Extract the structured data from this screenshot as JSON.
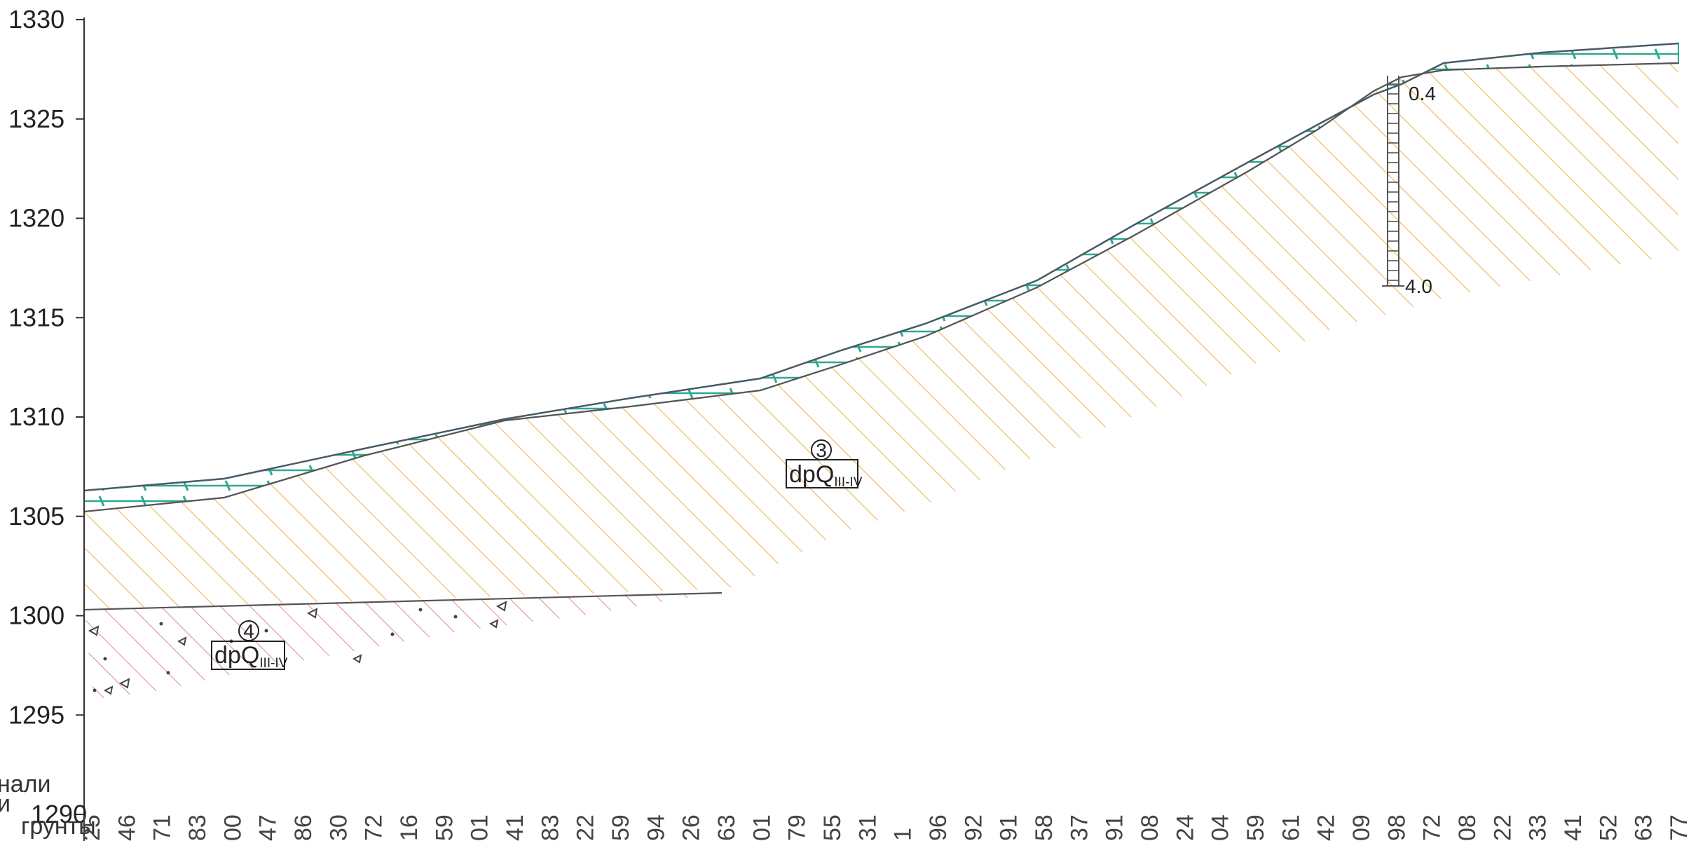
{
  "y_axis": {
    "ticks": [
      {
        "value": 1290,
        "label": "1290"
      },
      {
        "value": 1295,
        "label": "1295"
      },
      {
        "value": 1300,
        "label": "1300"
      },
      {
        "value": 1305,
        "label": "1305"
      },
      {
        "value": 1310,
        "label": "1310"
      },
      {
        "value": 1315,
        "label": "1315"
      },
      {
        "value": 1320,
        "label": "1320"
      },
      {
        "value": 1325,
        "label": "1325"
      },
      {
        "value": 1330,
        "label": "1330"
      }
    ]
  },
  "layers": [
    {
      "id": "layer-3",
      "number": "3",
      "code": "dpQ",
      "subscript": "III-IV",
      "hatch_color": "#f0b35a"
    },
    {
      "id": "layer-4",
      "number": "4",
      "code": "dpQ",
      "subscript": "III-IV",
      "hatch_color": "#e08a8a"
    }
  ],
  "topsoil": {
    "fill_color": "#ffffff",
    "stroke_color": "#2fa88f"
  },
  "borehole": {
    "top_depth_label": "0.4",
    "bottom_depth_label": "4.0"
  },
  "side_labels": [
    "нали",
    "и",
    "грунты"
  ],
  "bottom_labels": [
    "25",
    "46",
    "71",
    "83",
    "00",
    "47",
    "86",
    "30",
    "72",
    "16",
    "59",
    "01",
    "41",
    "83",
    "22",
    "59",
    "94",
    "26",
    "63",
    "01",
    "79",
    "55",
    "31",
    "1",
    "96",
    "92",
    "91",
    "58",
    "37",
    "91",
    "08",
    "24",
    "04",
    "59",
    "61",
    "42",
    "09",
    "98",
    "72",
    "08",
    "22",
    "33",
    "41",
    "52",
    "63",
    "77"
  ],
  "colors": {
    "axis": "#333333",
    "surface_line": "#4a5a66",
    "boundary_line": "#555555"
  }
}
